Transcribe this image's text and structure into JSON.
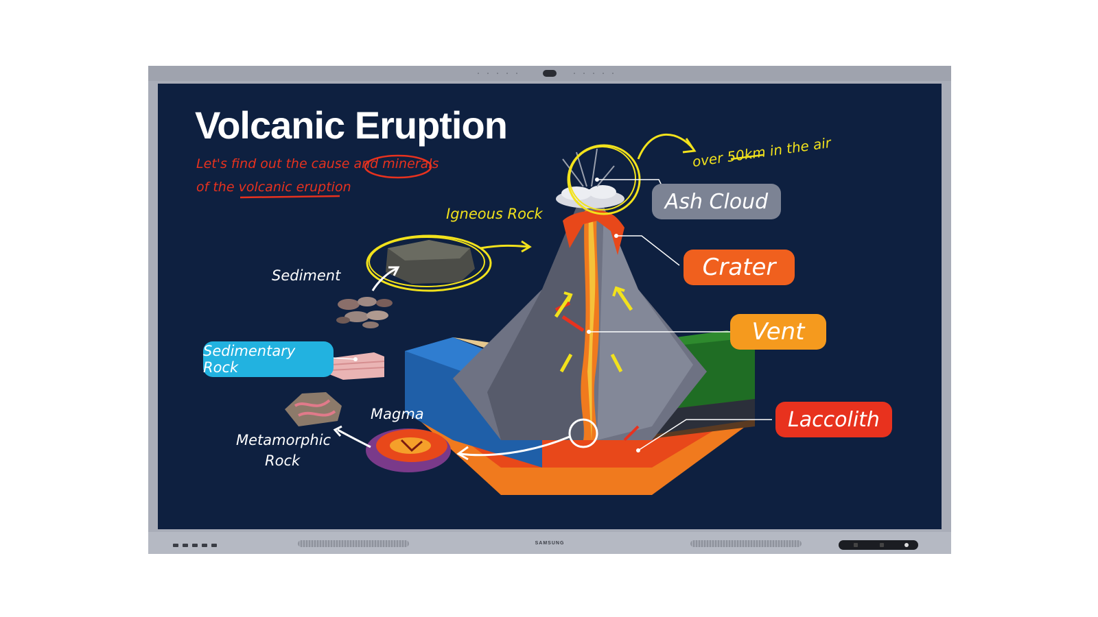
{
  "slide": {
    "title": "Volcanic Eruption",
    "subtitle_line1_pre": "Let's find out the cause and ",
    "subtitle_line1_circled": "minerals",
    "subtitle_line2_pre": "of the ",
    "subtitle_line2_underlined": "volcanic eruption",
    "annotation_pre": "over ",
    "annotation_underlined": "50km",
    "annotation_post": " in the air"
  },
  "labels": {
    "ash_cloud": "Ash Cloud",
    "crater": "Crater",
    "vent": "Vent",
    "laccolith": "Laccolith",
    "sedimentary_rock": "Sedimentary Rock",
    "igneous_rock": "Igneous Rock",
    "sediment": "Sediment",
    "magma": "Magma",
    "metamorphic_line1": "Metamorphic",
    "metamorphic_line2": "Rock"
  },
  "device": {
    "brand": "SAMSUNG"
  },
  "colors": {
    "screen_bg": "#0e2040",
    "ash_cloud_pill": "#7c8394",
    "crater_pill": "#f0601e",
    "vent_pill": "#f59a1e",
    "laccolith_pill": "#e8321e",
    "sedimentary_pill": "#22b2e0",
    "handwriting_red": "#e8321e",
    "handwriting_yellow": "#f2e21c"
  }
}
